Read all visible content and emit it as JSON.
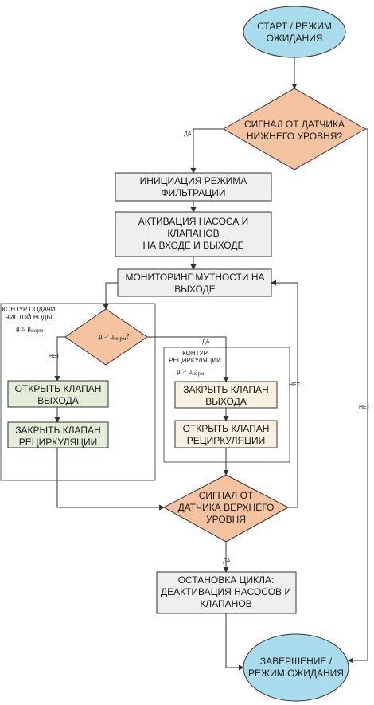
{
  "colors": {
    "terminal_fill": "#a9dcec",
    "decision_fill": "#f5c3a0",
    "process_fill": "#efefef",
    "green_fill": "#e4edd8",
    "cream_fill": "#fbf1e1",
    "stroke": "#333333"
  },
  "nodes": {
    "start": [
      "СТАРТ / РЕЖИМ",
      "ОЖИДАНИЯ"
    ],
    "low_sensor": [
      "СИГНАЛ ОТ ДАТЧИКА",
      "НИЖНЕГО УРОВНЯ?"
    ],
    "init_filter": [
      "ИНИЦИАЦИЯ РЕЖИМА",
      "ФИЛЬТРАЦИИ"
    ],
    "activate_pump": [
      "АКТИВАЦИЯ НАСОСА И",
      "КЛАПАНОВ",
      "НА ВХОДЕ И ВЫХОДЕ"
    ],
    "monitor": [
      "МОНИТОРИНГ МУТНОСТИ НА",
      "ВЫХОДЕ"
    ],
    "open_outlet": [
      "ОТКРЫТЬ КЛАПАН",
      "ВЫХОДА"
    ],
    "close_recirc": [
      "ЗАКРЫТЬ КЛАПАН",
      "РЕЦИРКУЛЯЦИИ"
    ],
    "close_outlet": [
      "ЗАКРЫТЬ КЛАПАН",
      "ВЫХОДА"
    ],
    "open_recirc": [
      "ОТКРЫТЬ КЛАПАН",
      "РЕЦИРКУЛЯЦИИ"
    ],
    "high_sensor": [
      "СИГНАЛ ОТ",
      "ДАТЧИКА ВЕРХНЕГО",
      "УРОВНЯ"
    ],
    "stop_cycle": [
      "ОСТАНОВКА ЦИКЛА:",
      "ДЕАКТИВАЦИЯ НАСОСОВ И",
      "КЛАПАНОВ"
    ],
    "end": [
      "ЗАВЕРШЕНИЕ /",
      "РЕЖИМ ОЖИДАНИЯ"
    ]
  },
  "groups": {
    "clean": {
      "title": [
        "КОНТУР ПОДАЧИ",
        "ЧИСТОЙ ВОДЫ"
      ],
      "condition": "μ ≤ μ",
      "condition_sub": "норм"
    },
    "recirc": {
      "title": [
        "КОНТУР",
        "РЕЦИРКУЛЯЦИИ"
      ],
      "condition": "μ > μ",
      "condition_sub": "норм"
    }
  },
  "turbidity_condition": {
    "main": "μ > μ",
    "sub": "норм",
    "tail": "?"
  },
  "edge_labels": {
    "yes": "ДА",
    "no": "НЕТ"
  }
}
